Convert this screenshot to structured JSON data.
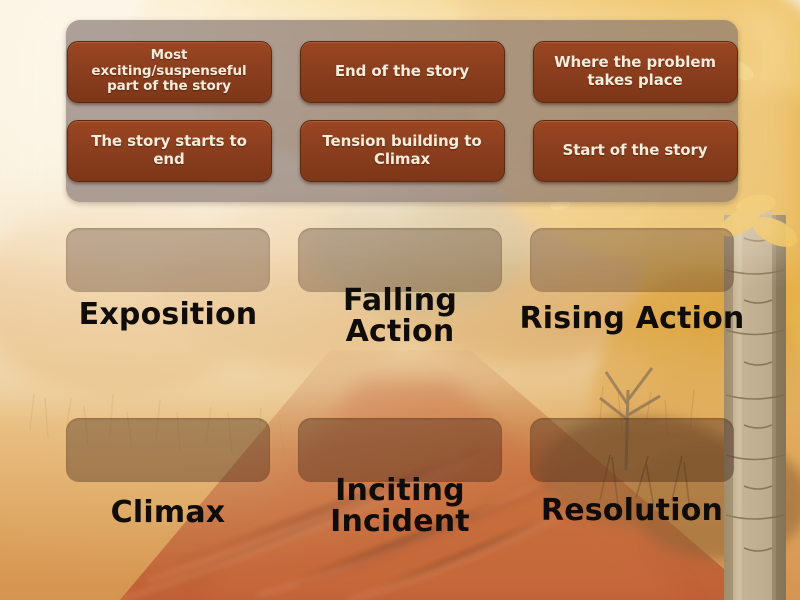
{
  "game": {
    "type": "drag-and-drop-matching",
    "theme_colors": {
      "tile_fill": "#8c3f1f",
      "tile_border": "#5d2a11",
      "tile_text": "#f7ecd9",
      "tray_background": "#7c6a68",
      "slot_fill": "#3a2116",
      "label_text": "#100c09",
      "background_sky": "#f5ead6",
      "background_field": "#e2a95c",
      "background_path": "#c8683f"
    }
  },
  "word_bank": {
    "tiles": [
      {
        "id": "tile-1",
        "text": "Most exciting/suspenseful\npart of the story",
        "size": "small"
      },
      {
        "id": "tile-2",
        "text": "End of the story",
        "size": "normal"
      },
      {
        "id": "tile-3",
        "text": "Where the problem\ntakes place",
        "size": "normal"
      },
      {
        "id": "tile-4",
        "text": "The story\nstarts to end",
        "size": "normal"
      },
      {
        "id": "tile-5",
        "text": "Tension building\nto Climax",
        "size": "normal"
      },
      {
        "id": "tile-6",
        "text": "Start of the story",
        "size": "normal"
      }
    ]
  },
  "answers": {
    "row_top": [
      {
        "id": "slot-exposition",
        "label": "Exposition",
        "filled": false
      },
      {
        "id": "slot-falling-action",
        "label": "Falling\nAction",
        "filled": false
      },
      {
        "id": "slot-rising-action",
        "label": "Rising Action",
        "filled": false
      }
    ],
    "row_bottom": [
      {
        "id": "slot-climax",
        "label": "Climax",
        "filled": false
      },
      {
        "id": "slot-inciting-incident",
        "label": "Inciting\nIncident",
        "filled": false
      },
      {
        "id": "slot-resolution",
        "label": "Resolution",
        "filled": false
      }
    ]
  }
}
